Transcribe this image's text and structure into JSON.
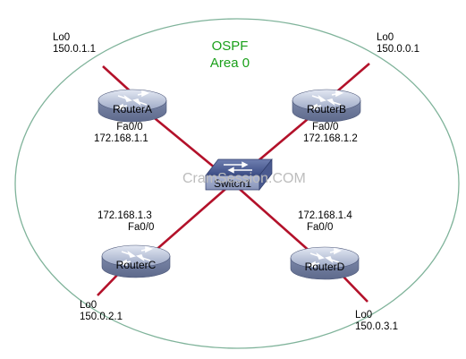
{
  "area": {
    "protocol": "OSPF",
    "name": "Area 0",
    "label_color": "#1aa01a",
    "border_color": "#7fb39a"
  },
  "link_color": "#b3112a",
  "watermark": "CramSession.COM",
  "switch": {
    "name": "Switch1"
  },
  "routers": [
    {
      "name": "RouterA",
      "loopback": "Lo0",
      "loopback_ip": "150.0.1.1",
      "iface": "Fa0/0",
      "iface_ip": "172.168.1.1"
    },
    {
      "name": "RouterB",
      "loopback": "Lo0",
      "loopback_ip": "150.0.0.1",
      "iface": "Fa0/0",
      "iface_ip": "172.168.1.2"
    },
    {
      "name": "RouterC",
      "loopback": "Lo0",
      "loopback_ip": "150.0.2.1",
      "iface": "Fa0/0",
      "iface_ip": "172.168.1.3"
    },
    {
      "name": "RouterD",
      "loopback": "Lo0",
      "loopback_ip": "150.0.3.1",
      "iface": "Fa0/0",
      "iface_ip": "172.168.1.4"
    }
  ]
}
